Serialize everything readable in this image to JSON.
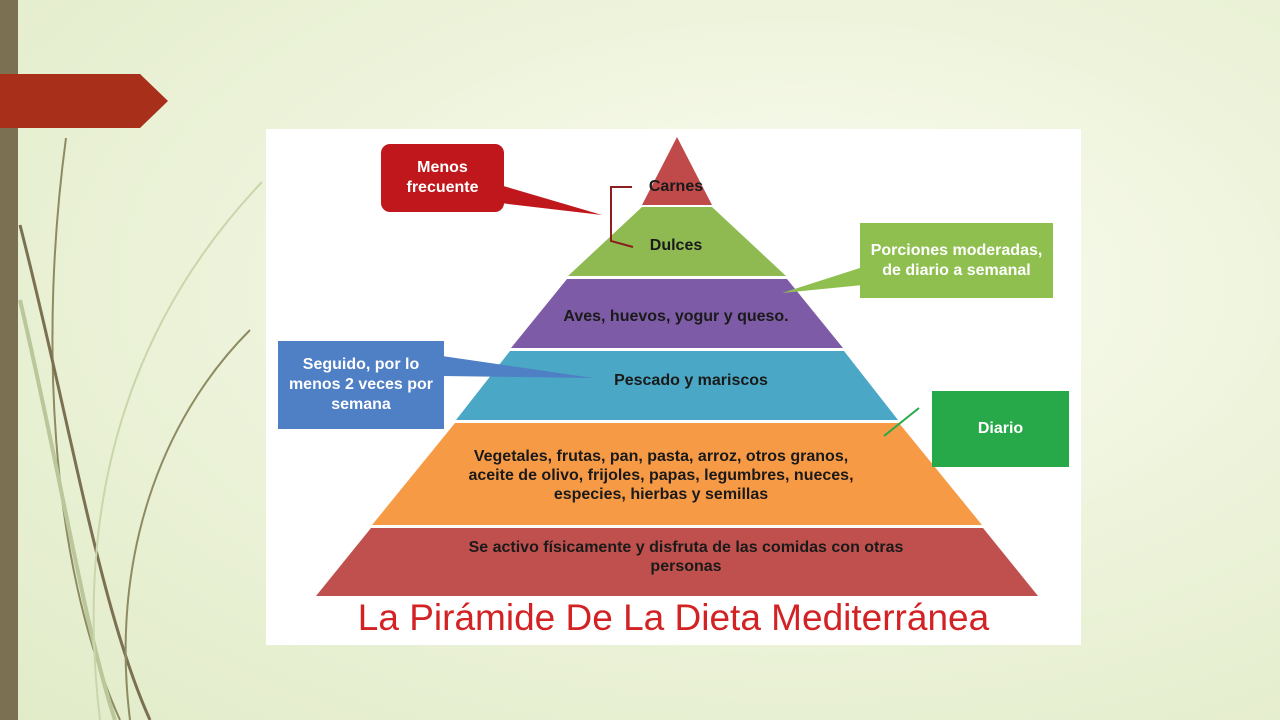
{
  "diagram": {
    "title": "La Pirámide De La Dieta Mediterránea",
    "levels": [
      {
        "text": "Carnes",
        "color": "#c04a4a"
      },
      {
        "text": "Dulces",
        "color": "#8fba52"
      },
      {
        "text": "Aves, huevos, yogur y queso.",
        "color": "#7d5ba6"
      },
      {
        "text": "Pescado y mariscos",
        "color": "#4aa7c6"
      },
      {
        "text": "Vegetales, frutas, pan, pasta, arroz, otros granos, aceite de olivo, frijoles, papas, legumbres, nueces, especies, hierbas y semillas",
        "color": "#f79a46"
      },
      {
        "text": "Se activo físicamente y disfruta de las comidas con otras personas",
        "color": "#c0504d"
      }
    ],
    "callouts": [
      {
        "text": "Menos frecuente",
        "color": "#c0171c"
      },
      {
        "text": "Porciones moderadas, de diario a semanal",
        "color": "#8fc04f"
      },
      {
        "text": "Seguido, por lo menos 2 veces por semana",
        "color": "#4f7fc4"
      },
      {
        "text": "Diario",
        "color": "#27a94a"
      }
    ]
  },
  "theme": {
    "side_bar_color": "#7b7152",
    "arrow_tab_color": "#a8301a"
  }
}
